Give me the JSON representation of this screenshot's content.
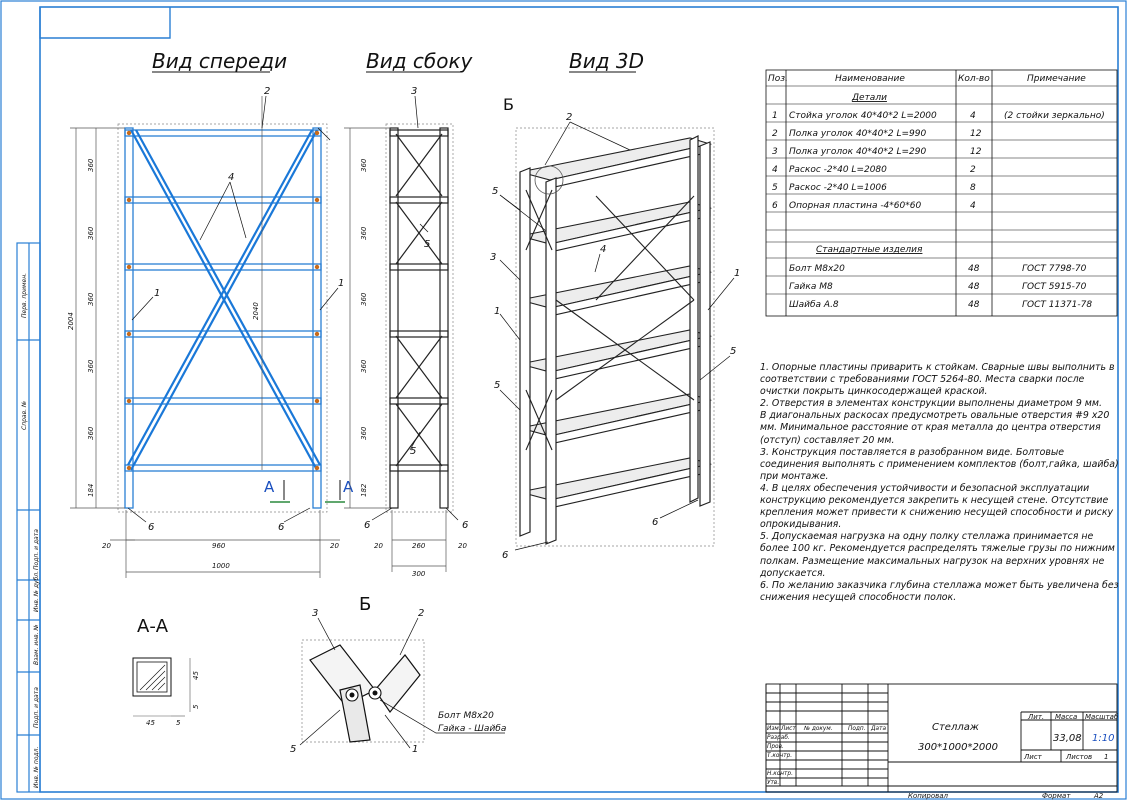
{
  "views": {
    "front": "Вид спереди",
    "side": "Вид сбоку",
    "iso": "Вид 3D",
    "section": "А-А",
    "detail": "Б",
    "section_mark": "А"
  },
  "callouts": [
    "1",
    "2",
    "3",
    "4",
    "5",
    "6"
  ],
  "dims": {
    "front_total_width": "1000",
    "front_inner_width": "960",
    "front_side_gap": "20",
    "front_height": "2004",
    "front_diag": "2040",
    "shelf_spacing": "360",
    "bottom_gap_front": "184",
    "bottom_gap_side": "182",
    "side_total_width": "300",
    "side_inner_width": "260",
    "side_gap": "20",
    "section_w": "45",
    "section_t": "5",
    "section_h": "45"
  },
  "table": {
    "headers": [
      "Поз.",
      "Наименование",
      "Кол-во",
      "Примечание"
    ],
    "section_parts": "Детали",
    "parts": [
      {
        "pos": "1",
        "name": "Стойка уголок 40*40*2 L=2000",
        "qty": "4",
        "note": "(2 стойки зеркально)"
      },
      {
        "pos": "2",
        "name": "Полка уголок 40*40*2 L=990",
        "qty": "12",
        "note": ""
      },
      {
        "pos": "3",
        "name": "Полка уголок 40*40*2 L=290",
        "qty": "12",
        "note": ""
      },
      {
        "pos": "4",
        "name": "Раскос -2*40 L=2080",
        "qty": "2",
        "note": ""
      },
      {
        "pos": "5",
        "name": "Раскос -2*40 L=1006",
        "qty": "8",
        "note": ""
      },
      {
        "pos": "6",
        "name": "Опорная пластина -4*60*60",
        "qty": "4",
        "note": ""
      }
    ],
    "section_std": "Стандартные изделия",
    "standard": [
      {
        "name": "Болт М8х20",
        "qty": "48",
        "note": "ГОСТ 7798-70"
      },
      {
        "name": "Гайка М8",
        "qty": "48",
        "note": "ГОСТ 5915-70"
      },
      {
        "name": "Шайба А.8",
        "qty": "48",
        "note": "ГОСТ 11371-78"
      }
    ]
  },
  "notes": [
    "1. Опорные пластины приварить к стойкам. Сварные швы выполнить в соответствии с требованиями ГОСТ 5264-80. Места сварки после очистки покрыть цинкосодержащей краской.",
    "2. Отверстия в элементах конструкции выполнены диаметром 9 мм.",
    "В диагональных раскосах предусмотреть овальные отверстия #9 х20 мм. Минимальное расстояние от края металла до центра отверстия (отступ) составляет 20 мм.",
    "3. Конструкция поставляется в разобранном виде. Болтовые соединения выполнять с применением комплектов (болт,гайка, шайба) при монтаже.",
    "4. В целях обеспечения устойчивости и безопасной эксплуатации конструкцию рекомендуется закрепить к несущей стене. Отсутствие крепления может привести к снижению несущей способности и риску опрокидывания.",
    "5. Допускаемая нагрузка на одну полку стеллажа принимается не более 100 кг. Рекомендуется распределять тяжелые грузы по нижним полкам. Размещение максимальных нагрузок на верхних уровнях не допускается.",
    "6. По желанию заказчика глубина стеллажа может быть увеличена без снижения несущей способности полок."
  ],
  "detail_label": {
    "line1": "Болт М8х20",
    "line2": "Гайка - Шайба"
  },
  "title_block": {
    "title": "Стеллаж",
    "size": "300*1000*2000",
    "mass": "33,08",
    "scale": "1:10",
    "lit_header": "Лит.",
    "mass_header": "Масса",
    "scale_header": "Масштаб",
    "sheet_label": "Лист",
    "sheets_label": "Листов",
    "sheets_value": "1",
    "copied": "Копировал",
    "format_label": "Формат",
    "format_value": "А2",
    "row_headers": [
      "Изм.",
      "Лист",
      "№ докум.",
      "Подп.",
      "Дата"
    ],
    "roles": [
      "Разраб.",
      "Пров.",
      "Т.контр.",
      "",
      "Н.контр.",
      "Утв."
    ]
  },
  "margin_labels": [
    "Перв. примен.",
    "Справ. №",
    "Подп. и дата",
    "Инв. № дубл.",
    "Взам. инв. №",
    "Подп. и дата",
    "Инв. № подл."
  ],
  "colors": {
    "line": "#2a7fd4",
    "steel": "#1a78d8",
    "ink": "#111111",
    "dim": "#555555",
    "green": "#2b8a3e"
  }
}
